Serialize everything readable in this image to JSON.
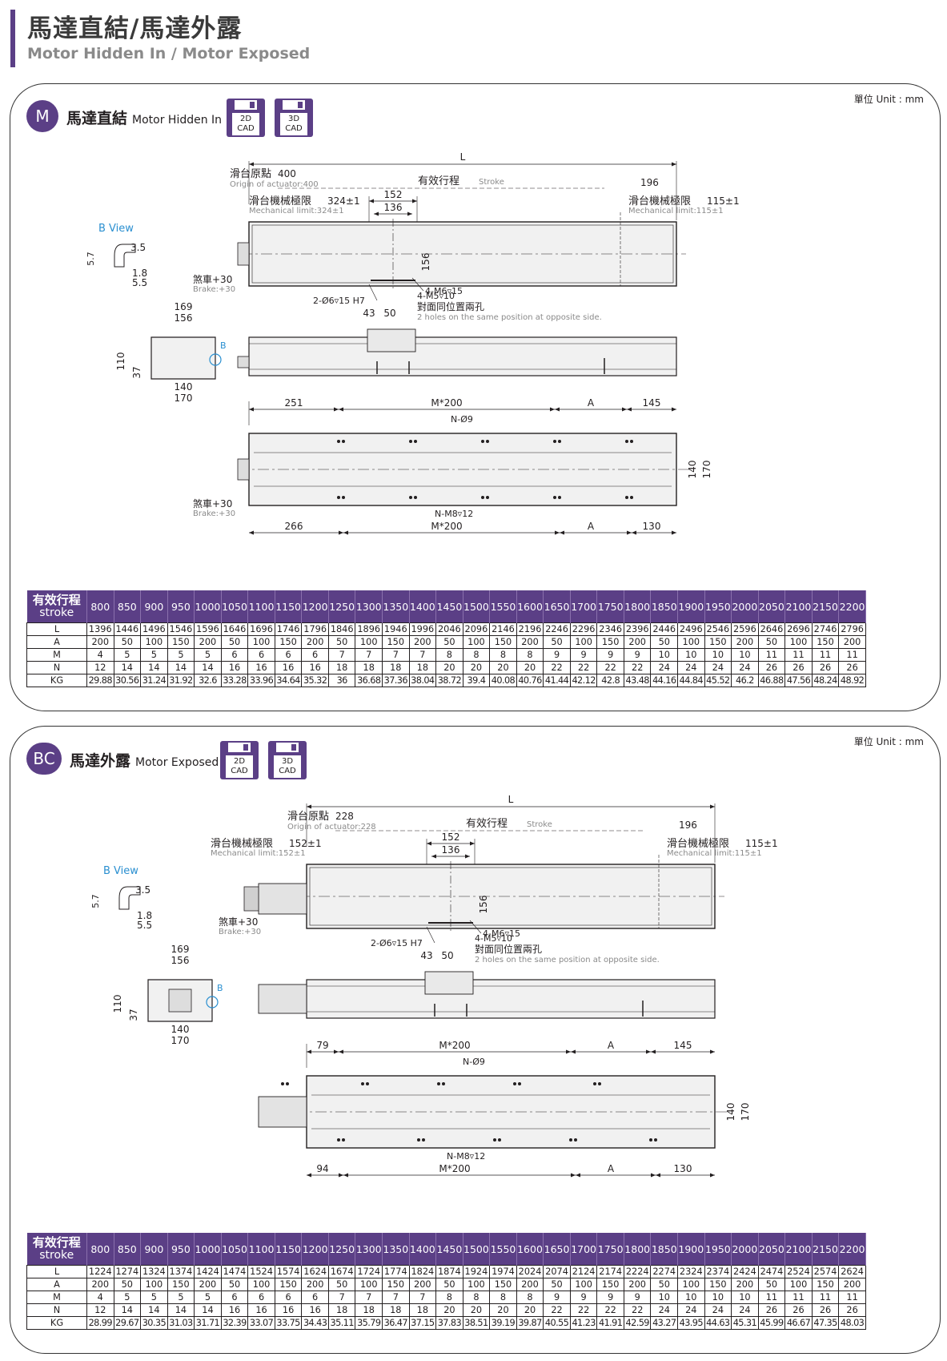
{
  "header": {
    "title_zh": "馬達直結/馬達外露",
    "title_en": "Motor Hidden In / Motor Exposed"
  },
  "cad": {
    "2d": "2D",
    "3d": "3D",
    "sub": "CAD"
  },
  "unit_label": "單位 Unit : mm",
  "labels": {
    "L": "L",
    "stroke_zh": "有效行程",
    "stroke_en": "Stroke",
    "mech_limit_zh": "滑台機械極限",
    "origin_zh": "滑台原點",
    "b_view": "B View",
    "b": "B",
    "brake_zh": "煞車+30",
    "brake_en": "Brake:+30",
    "hole_2": "2-Ø6▿15 H7",
    "hole_4m6": "4-M6▿15",
    "hole_4m5": "4-M5▿10",
    "opposite_zh": "對面同位置兩孔",
    "opposite_en": "2 holes on the same position at opposite side.",
    "n9": "N-Ø9",
    "nm8": "N-M8▿12",
    "m200": "M*200",
    "A": "A",
    "d3_5": "3.5",
    "d5_7": "5.7",
    "d1_8": "1.8",
    "d5_5": "5.5",
    "d169": "169",
    "d156": "156",
    "d110": "110",
    "d37": "37",
    "d140": "140",
    "d170": "170",
    "d152": "152",
    "d136": "136",
    "d196": "196",
    "d43": "43",
    "d50": "50",
    "d145": "145",
    "d130": "130",
    "d115": "115±1",
    "mech_en_115": "Mechanical limit:115±1"
  },
  "panels": [
    {
      "badge": "M",
      "title_zh": "馬達直結",
      "title_en": "Motor Hidden In",
      "origin_val": "400",
      "origin_en": "Origin of actuator:400",
      "mech_left": "324±1",
      "mech_left_en": "Mechanical limit:324±1",
      "top_left_dim": "251",
      "bottom_left_dim": "266",
      "table": {
        "head_zh": "有效行程",
        "head_en": "stroke",
        "strokes": [
          "800",
          "850",
          "900",
          "950",
          "1000",
          "1050",
          "1100",
          "1150",
          "1200",
          "1250",
          "1300",
          "1350",
          "1400",
          "1450",
          "1500",
          "1550",
          "1600",
          "1650",
          "1700",
          "1750",
          "1800",
          "1850",
          "1900",
          "1950",
          "2000",
          "2050",
          "2100",
          "2150",
          "2200"
        ],
        "rows": [
          {
            "label": "L",
            "values": [
              "1396",
              "1446",
              "1496",
              "1546",
              "1596",
              "1646",
              "1696",
              "1746",
              "1796",
              "1846",
              "1896",
              "1946",
              "1996",
              "2046",
              "2096",
              "2146",
              "2196",
              "2246",
              "2296",
              "2346",
              "2396",
              "2446",
              "2496",
              "2546",
              "2596",
              "2646",
              "2696",
              "2746",
              "2796"
            ]
          },
          {
            "label": "A",
            "values": [
              "200",
              "50",
              "100",
              "150",
              "200",
              "50",
              "100",
              "150",
              "200",
              "50",
              "100",
              "150",
              "200",
              "50",
              "100",
              "150",
              "200",
              "50",
              "100",
              "150",
              "200",
              "50",
              "100",
              "150",
              "200",
              "50",
              "100",
              "150",
              "200"
            ]
          },
          {
            "label": "M",
            "values": [
              "4",
              "5",
              "5",
              "5",
              "5",
              "6",
              "6",
              "6",
              "6",
              "7",
              "7",
              "7",
              "7",
              "8",
              "8",
              "8",
              "8",
              "9",
              "9",
              "9",
              "9",
              "10",
              "10",
              "10",
              "10",
              "11",
              "11",
              "11",
              "11"
            ]
          },
          {
            "label": "N",
            "values": [
              "12",
              "14",
              "14",
              "14",
              "14",
              "16",
              "16",
              "16",
              "16",
              "18",
              "18",
              "18",
              "18",
              "20",
              "20",
              "20",
              "20",
              "22",
              "22",
              "22",
              "22",
              "24",
              "24",
              "24",
              "24",
              "26",
              "26",
              "26",
              "26"
            ]
          },
          {
            "label": "KG",
            "values": [
              "29.88",
              "30.56",
              "31.24",
              "31.92",
              "32.6",
              "33.28",
              "33.96",
              "34.64",
              "35.32",
              "36",
              "36.68",
              "37.36",
              "38.04",
              "38.72",
              "39.4",
              "40.08",
              "40.76",
              "41.44",
              "42.12",
              "42.8",
              "43.48",
              "44.16",
              "44.84",
              "45.52",
              "46.2",
              "46.88",
              "47.56",
              "48.24",
              "48.92"
            ]
          }
        ]
      }
    },
    {
      "badge": "BC",
      "title_zh": "馬達外露",
      "title_en": "Motor Exposed",
      "origin_val": "228",
      "origin_en": "Origin of actuator:228",
      "mech_left": "152±1",
      "mech_left_en": "Mechanical limit:152±1",
      "top_left_dim": "79",
      "bottom_left_dim": "94",
      "table": {
        "head_zh": "有效行程",
        "head_en": "stroke",
        "strokes": [
          "800",
          "850",
          "900",
          "950",
          "1000",
          "1050",
          "1100",
          "1150",
          "1200",
          "1250",
          "1300",
          "1350",
          "1400",
          "1450",
          "1500",
          "1550",
          "1600",
          "1650",
          "1700",
          "1750",
          "1800",
          "1850",
          "1900",
          "1950",
          "2000",
          "2050",
          "2100",
          "2150",
          "2200"
        ],
        "rows": [
          {
            "label": "L",
            "values": [
              "1224",
              "1274",
              "1324",
              "1374",
              "1424",
              "1474",
              "1524",
              "1574",
              "1624",
              "1674",
              "1724",
              "1774",
              "1824",
              "1874",
              "1924",
              "1974",
              "2024",
              "2074",
              "2124",
              "2174",
              "2224",
              "2274",
              "2324",
              "2374",
              "2424",
              "2474",
              "2524",
              "2574",
              "2624"
            ]
          },
          {
            "label": "A",
            "values": [
              "200",
              "50",
              "100",
              "150",
              "200",
              "50",
              "100",
              "150",
              "200",
              "50",
              "100",
              "150",
              "200",
              "50",
              "100",
              "150",
              "200",
              "50",
              "100",
              "150",
              "200",
              "50",
              "100",
              "150",
              "200",
              "50",
              "100",
              "150",
              "200"
            ]
          },
          {
            "label": "M",
            "values": [
              "4",
              "5",
              "5",
              "5",
              "5",
              "6",
              "6",
              "6",
              "6",
              "7",
              "7",
              "7",
              "7",
              "8",
              "8",
              "8",
              "8",
              "9",
              "9",
              "9",
              "9",
              "10",
              "10",
              "10",
              "10",
              "11",
              "11",
              "11",
              "11"
            ]
          },
          {
            "label": "N",
            "values": [
              "12",
              "14",
              "14",
              "14",
              "14",
              "16",
              "16",
              "16",
              "16",
              "18",
              "18",
              "18",
              "18",
              "20",
              "20",
              "20",
              "20",
              "22",
              "22",
              "22",
              "22",
              "24",
              "24",
              "24",
              "24",
              "26",
              "26",
              "26",
              "26"
            ]
          },
          {
            "label": "KG",
            "values": [
              "28.99",
              "29.67",
              "30.35",
              "31.03",
              "31.71",
              "32.39",
              "33.07",
              "33.75",
              "34.43",
              "35.11",
              "35.79",
              "36.47",
              "37.15",
              "37.83",
              "38.51",
              "39.19",
              "39.87",
              "40.55",
              "41.23",
              "41.91",
              "42.59",
              "43.27",
              "43.95",
              "44.63",
              "45.31",
              "45.99",
              "46.67",
              "47.35",
              "48.03"
            ]
          }
        ]
      }
    }
  ]
}
